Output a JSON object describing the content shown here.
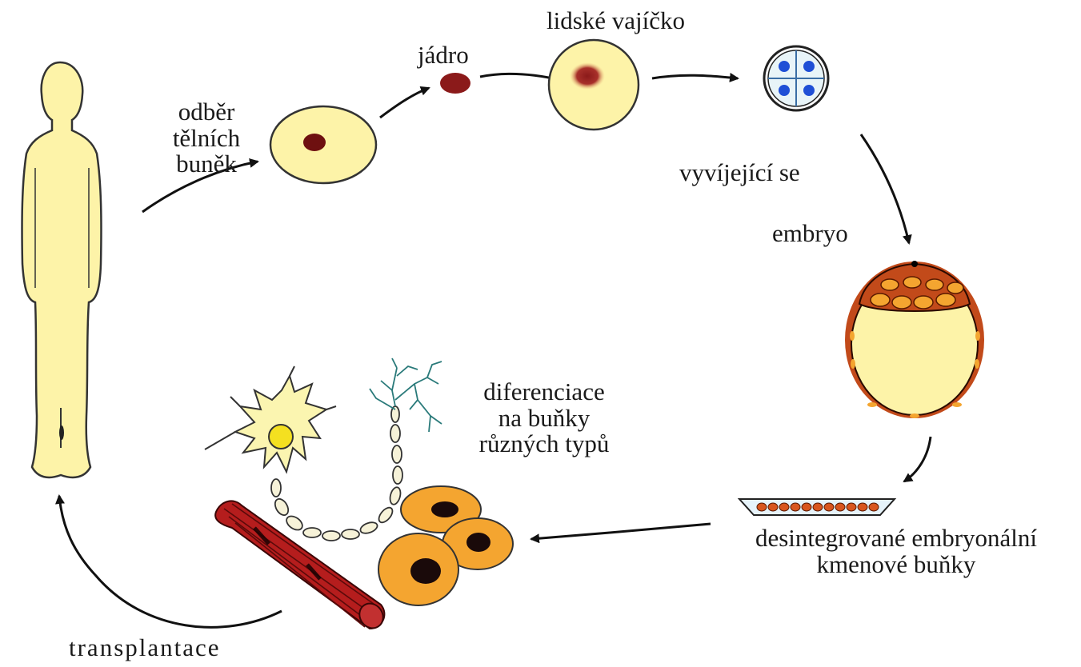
{
  "labels": {
    "body_cells_line1": "odběr",
    "body_cells_line2": "tělních",
    "body_cells_line3": "buněk",
    "nucleus": "jádro",
    "egg": "lidské vajíčko",
    "developing": "vyvíjející se",
    "embryo": "embryo",
    "stem_cells_line1": "desintegrované embryonální",
    "stem_cells_line2": "kmenové buňky",
    "differentiation_line1": "diferenciace",
    "differentiation_line2": "na buňky",
    "differentiation_line3": "různých typů",
    "transplant": "transplantace"
  },
  "colors": {
    "cell_fill": "#fdf3a8",
    "nucleus": "#8b1a1a",
    "blastomere_nucleus": "#1f4fd6",
    "muscle": "#b51d1d",
    "blood_cell": "#f4a530",
    "arrow": "#111111"
  }
}
